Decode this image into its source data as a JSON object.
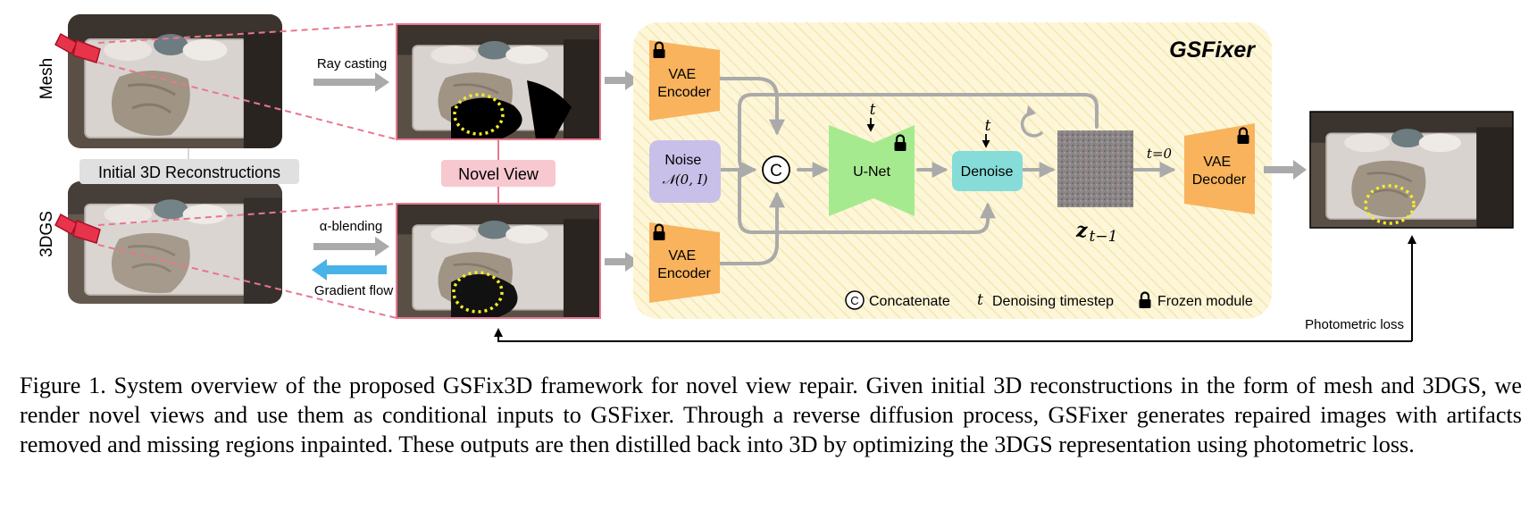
{
  "diagram": {
    "left": {
      "mesh_label": "Mesh",
      "gs_label": "3DGS",
      "initial_label": "Initial 3D Reconstructions",
      "ray_casting": "Ray casting",
      "alpha_blending": "α-blending",
      "gradient_flow": "Gradient flow",
      "novel_view": "Novel View"
    },
    "panel": {
      "title": "GSFixer",
      "vae_encoder_top": [
        "VAE",
        "Encoder"
      ],
      "vae_encoder_bottom": [
        "VAE",
        "Encoder"
      ],
      "noise": [
        "Noise",
        "𝒩(0, I)"
      ],
      "concat_symbol": "C",
      "unet": "U-Net",
      "t_unet": "t",
      "denoise": "Denoise",
      "t_denoise": "t",
      "t0": "t=0",
      "vae_decoder": [
        "VAE",
        "Decoder"
      ],
      "z_base": "z",
      "z_sub": "t−1",
      "legend": {
        "concat_symbol": "C",
        "concat": "Concatenate",
        "t_symbol": "t",
        "timestep": "Denoising timestep",
        "frozen": "Frozen module"
      }
    },
    "photometric_loss": "Photometric loss",
    "colors": {
      "panel_bg": "#fdf6d9",
      "vae": "#f8b35c",
      "noise": "#c8c0e8",
      "unet": "#a6ea8f",
      "denoise": "#86dcd8",
      "novel_view_tag": "#f8c8d0",
      "init_tag": "#e0e0e0",
      "gradient_arrow": "#49b3e8",
      "arrow_gray": "#aaaaaa",
      "pink_dash": "#e8778f"
    }
  },
  "caption": "Figure 1. System overview of the proposed GSFix3D framework for novel view repair. Given initial 3D reconstructions in the form of mesh and 3DGS, we render novel views and use them as conditional inputs to GSFixer. Through a reverse diffusion process, GSFixer generates repaired images with artifacts removed and missing regions inpainted. These outputs are then distilled back into 3D by optimizing the 3DGS representation using photometric loss."
}
